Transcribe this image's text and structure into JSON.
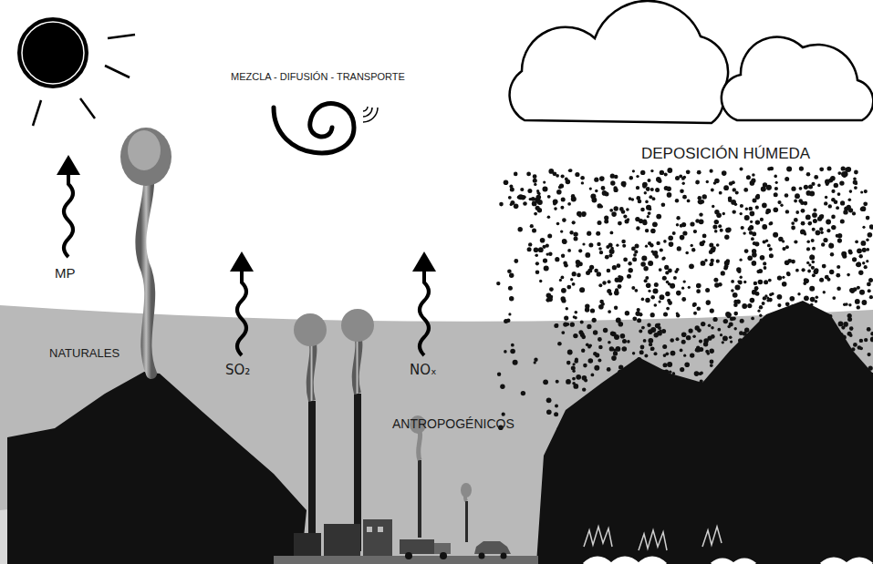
{
  "diagram": {
    "labels": [
      "MEZCLA - DIFUSIÓN - TRANSPORTE",
      "DEPOSICIÓN HÚMEDA",
      "MP",
      "NATURALES",
      "SO₂",
      "NOₓ",
      "ANTROPOGÉNICOS"
    ]
  }
}
